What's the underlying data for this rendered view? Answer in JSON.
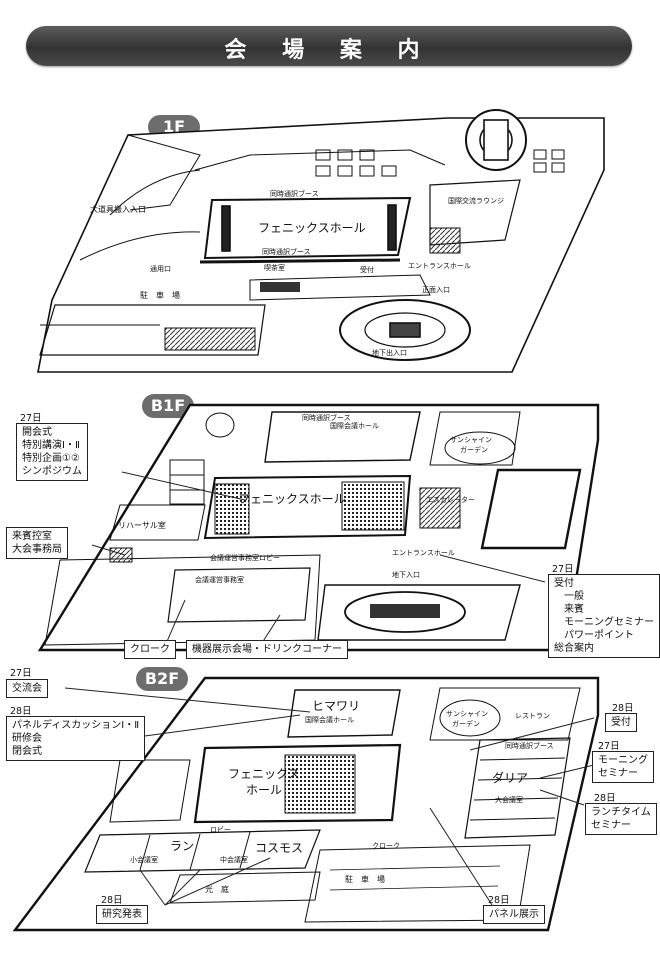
{
  "title": "会 場 案 内",
  "floors": {
    "f1": {
      "badge": "1F",
      "labels": {
        "main_hall": "フェニックスホール",
        "booth_top": "同時通訳ブース",
        "booth_bottom": "同時通訳ブース",
        "lounge": "国際交流ラウンジ",
        "carry_in": "大道具搬入入口",
        "side_gate": "通用口",
        "lobby": "喫茶室",
        "reception": "受付",
        "parking": "駐　車　場",
        "entrance_hall": "エントランスホール",
        "front_entrance": "正面入口",
        "underground_entrance": "地下出入口"
      }
    },
    "b1": {
      "badge": "B1F",
      "labels": {
        "main_hall": "フェニックスホール",
        "conf_hall": "国際会議ホール",
        "booth": "同時通訳ブース",
        "sunshine": "サンシャイン",
        "garden": "ガーデン",
        "rehearsal": "リハーサル室",
        "entrance_hall": "エントランスホール",
        "escalator": "エスカレーター",
        "underground_entrance": "地下入口",
        "office": "会議運営事務室",
        "office_lobby": "会議運営事務室ロビー"
      }
    },
    "b2": {
      "badge": "B2F",
      "labels": {
        "main_hall": "フェニックス\nホール",
        "himawari": "ヒマワリ",
        "conf_hall": "国際会議ホール",
        "sunshine": "サンシャイン",
        "garden": "ガーデン",
        "restaurant": "レストラン",
        "dahlia": "ダリア",
        "ran": "ラン",
        "cosmos": "コスモス",
        "small_room": "小会議室",
        "medium_room": "中会議室",
        "large_room": "大会議室",
        "lobby": "ロビー",
        "cloak": "クローク",
        "courtyard": "光　庭",
        "parking": "駐　車　場",
        "booth": "同時通訳ブース"
      }
    }
  },
  "callouts": {
    "b1_hall": {
      "date": "27日",
      "lines": [
        "開会式",
        "特別講演Ⅰ・Ⅱ",
        "特別企画①②",
        "シンポジウム"
      ]
    },
    "b1_guest": {
      "lines": [
        "来賓控室",
        "大会事務局"
      ]
    },
    "b1_reception": {
      "date": "27日",
      "lines": [
        "受付",
        "一般",
        "来賓",
        "モーニングセミナー",
        "パワーポイント",
        "総合案内"
      ]
    },
    "b1_cloak": {
      "lines": [
        "クローク"
      ]
    },
    "b1_exhibit": {
      "lines": [
        "機器展示会場・ドリンクコーナー"
      ]
    },
    "b2_exchange": {
      "date": "27日",
      "lines": [
        "交流会"
      ]
    },
    "b2_panel": {
      "date": "28日",
      "lines": [
        "パネルディスカッションⅠ・Ⅱ",
        "研修会",
        "閉会式"
      ]
    },
    "b2_reception": {
      "date": "28日",
      "lines": [
        "受付"
      ]
    },
    "b2_morning": {
      "date": "27日",
      "lines": [
        "モーニング",
        "セミナー"
      ]
    },
    "b2_lunch": {
      "date": "28日",
      "lines": [
        "ランチタイム",
        "セミナー"
      ]
    },
    "b2_research": {
      "date": "28日",
      "lines": [
        "研究発表"
      ]
    },
    "b2_poster": {
      "date": "28日",
      "lines": [
        "パネル展示"
      ]
    }
  }
}
